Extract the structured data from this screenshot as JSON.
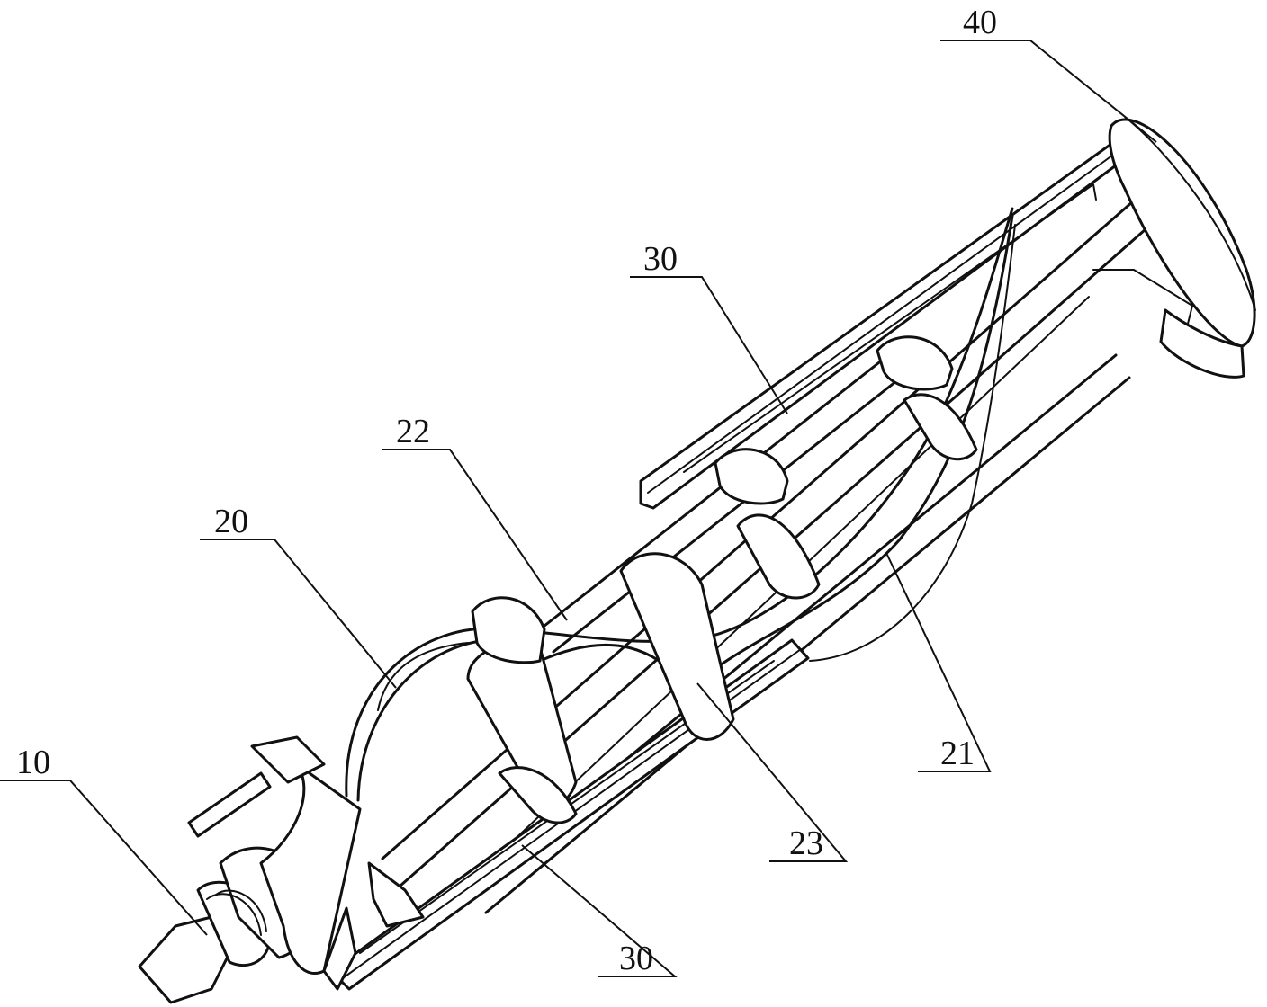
{
  "labels": {
    "l10": "10",
    "l20": "20",
    "l21": "21",
    "l22": "22",
    "l23": "23",
    "l30a": "30",
    "l30b": "30",
    "l40": "40"
  }
}
